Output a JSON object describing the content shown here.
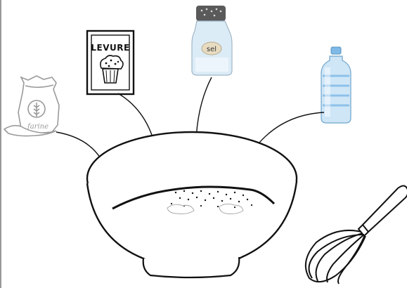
{
  "ingredients": {
    "flour": {
      "label": "farine",
      "icon": "flour-bag-icon"
    },
    "yeast": {
      "label": "LEVURE",
      "icon": "yeast-packet-icon"
    },
    "salt": {
      "label": "sel",
      "icon": "salt-shaker-icon"
    },
    "water": {
      "icon": "water-bottle-icon"
    }
  },
  "tools": {
    "bowl": {
      "icon": "mixing-bowl-icon"
    },
    "whisk": {
      "icon": "whisk-icon"
    }
  },
  "colors": {
    "ink": "#111111",
    "flour": "#9a9a9a",
    "bottle": "#7fb9e6",
    "cap": "#5a5a5a",
    "salt_glass": "#dcecf7",
    "salt_label": "#e7dcc2"
  }
}
